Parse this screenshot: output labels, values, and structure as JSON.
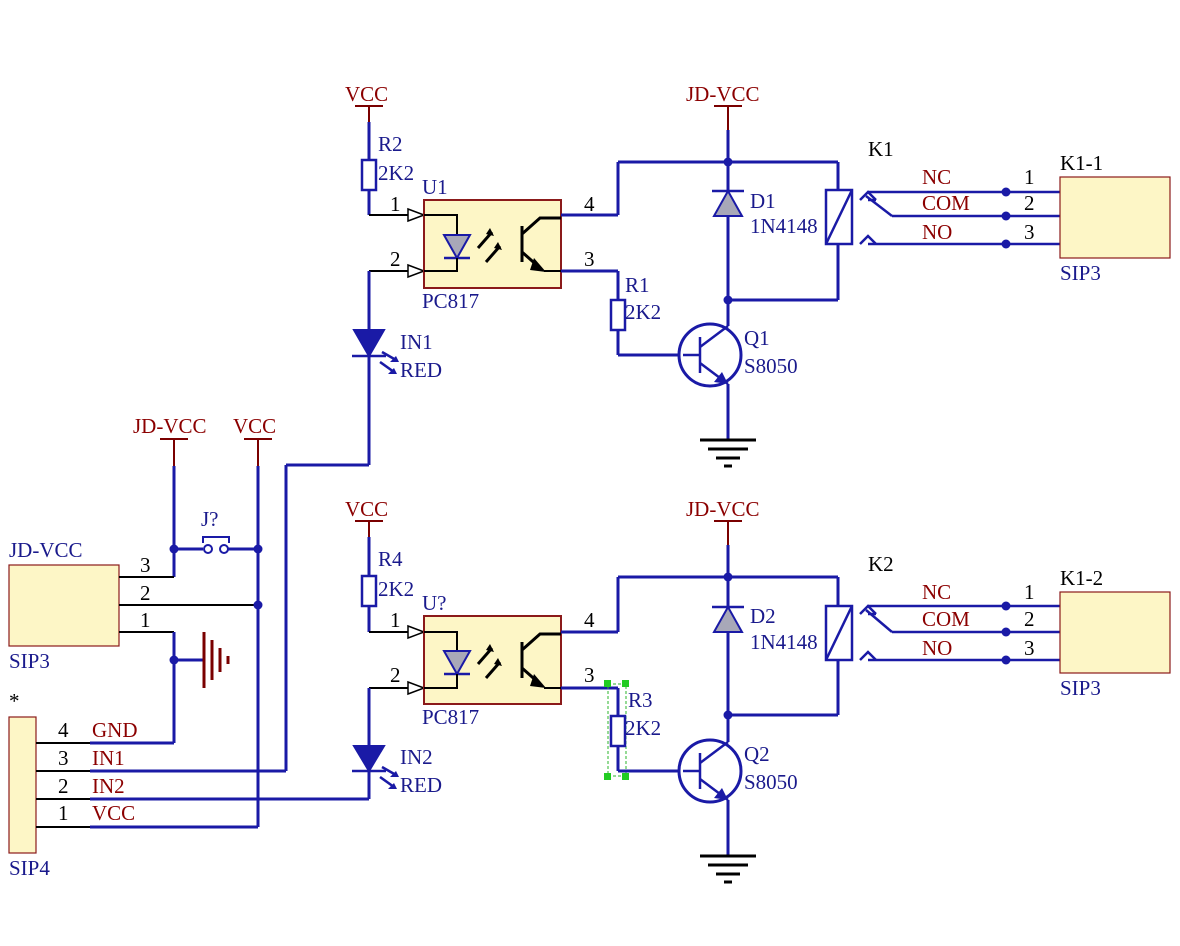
{
  "colors": {
    "wire": "#1a1aa6",
    "net_label": "#8b0000",
    "designator": "#1a1a8c",
    "component_fill": "#fdf6c6",
    "component_border": "#8b1a1a"
  },
  "power": {
    "vcc": "VCC",
    "jd_vcc": "JD-VCC"
  },
  "resistors": {
    "r1": {
      "ref": "R1",
      "value": "2K2"
    },
    "r2": {
      "ref": "R2",
      "value": "2K2"
    },
    "r3": {
      "ref": "R3",
      "value": "2K2"
    },
    "r4": {
      "ref": "R4",
      "value": "2K2"
    }
  },
  "optocouplers": {
    "u1": {
      "ref": "U1",
      "part": "PC817",
      "pins": [
        "1",
        "2",
        "3",
        "4"
      ]
    },
    "u2": {
      "ref": "U?",
      "part": "PC817",
      "pins": [
        "1",
        "2",
        "3",
        "4"
      ]
    }
  },
  "leds": {
    "in1": {
      "ref": "IN1",
      "value": "RED"
    },
    "in2": {
      "ref": "IN2",
      "value": "RED"
    }
  },
  "diodes": {
    "d1": {
      "ref": "D1",
      "value": "1N4148"
    },
    "d2": {
      "ref": "D2",
      "value": "1N4148"
    }
  },
  "transistors": {
    "q1": {
      "ref": "Q1",
      "value": "S8050"
    },
    "q2": {
      "ref": "Q2",
      "value": "S8050"
    }
  },
  "relays": {
    "k1": {
      "ref": "K1",
      "contacts": [
        "NC",
        "COM",
        "NO"
      ]
    },
    "k2": {
      "ref": "K2",
      "contacts": [
        "NC",
        "COM",
        "NO"
      ]
    }
  },
  "relay_connectors": {
    "k1_1": {
      "ref": "K1-1",
      "type": "SIP3",
      "pins": [
        "1",
        "2",
        "3"
      ]
    },
    "k1_2": {
      "ref": "K1-2",
      "type": "SIP3",
      "pins": [
        "1",
        "2",
        "3"
      ]
    }
  },
  "jd_connector": {
    "ref": "JD-VCC",
    "type": "SIP3",
    "pins": [
      "3",
      "2",
      "1"
    ]
  },
  "jumper": {
    "ref": "J?"
  },
  "input_connector": {
    "ref": "*",
    "type": "SIP4",
    "pins": [
      "4",
      "3",
      "2",
      "1"
    ],
    "nets": [
      "GND",
      "IN1",
      "IN2",
      "VCC"
    ]
  }
}
